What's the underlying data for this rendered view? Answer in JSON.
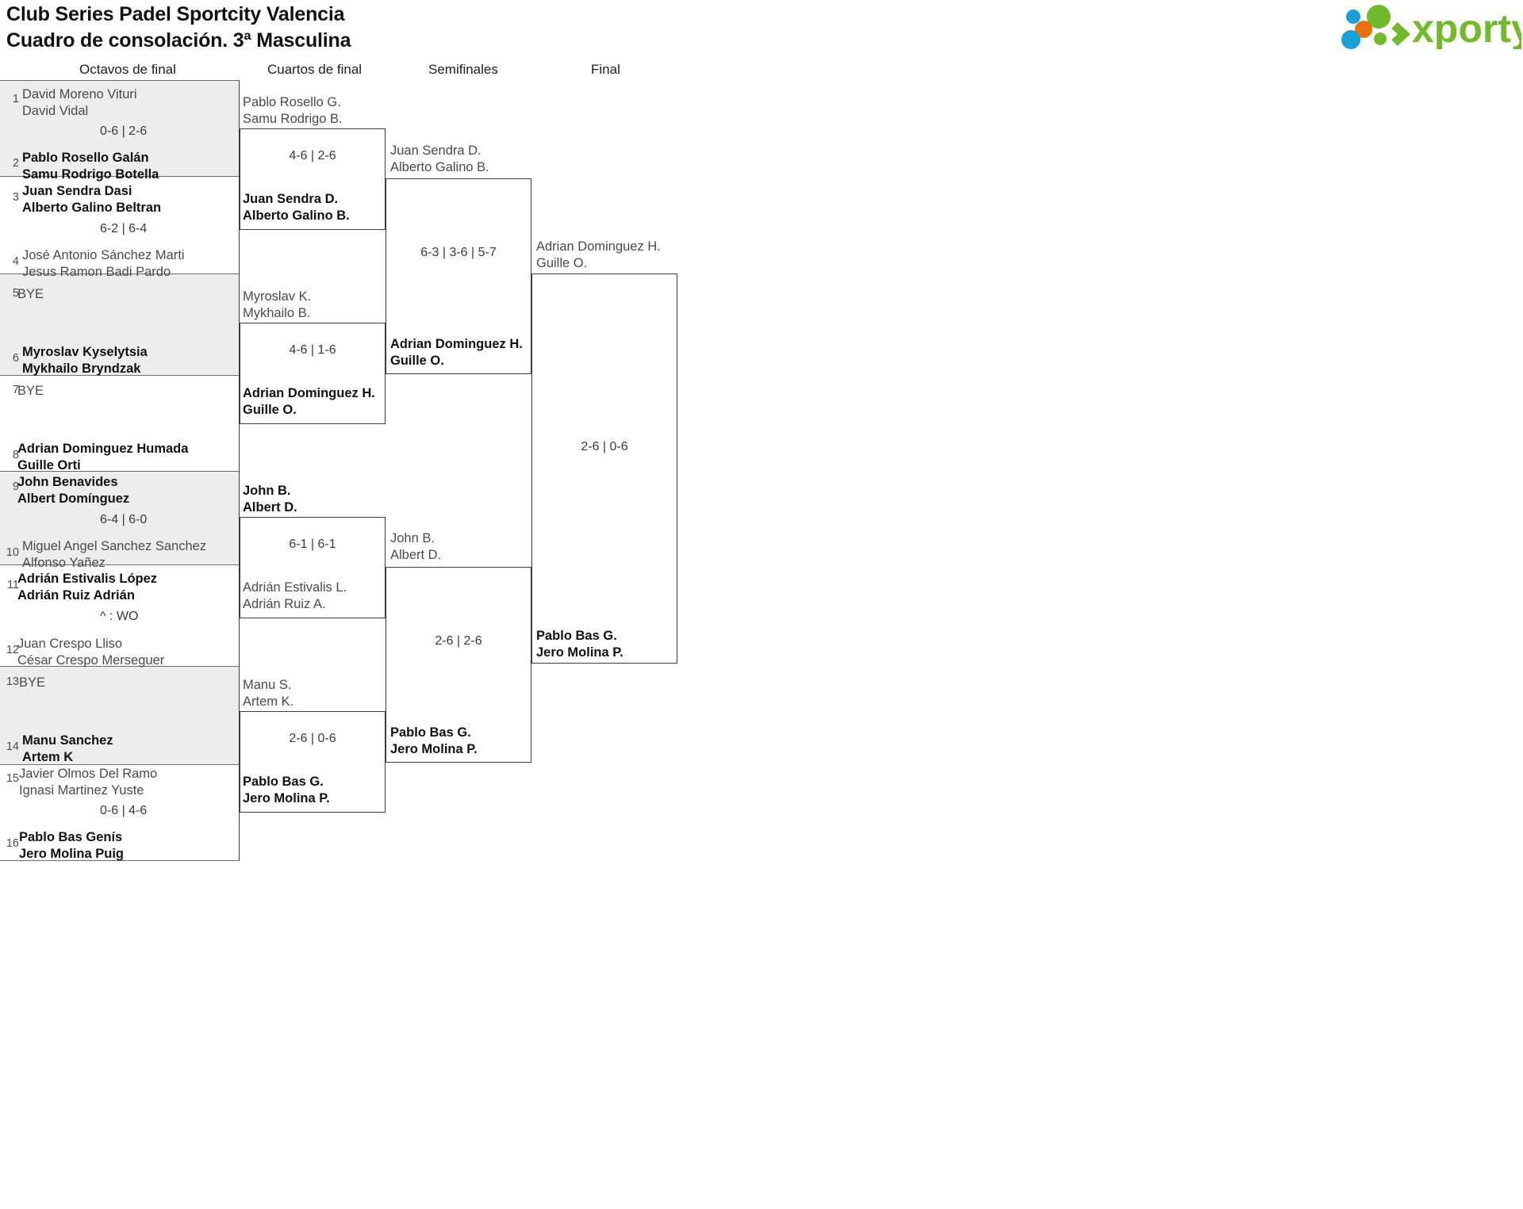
{
  "header": {
    "title_line1": "Club Series Padel Sportcity Valencia",
    "title_line2": "Cuadro de consolación. 3ª Masculina",
    "logo_text": "xporty",
    "logo_colors": {
      "green": "#72b92b",
      "blue": "#1a9fd9",
      "orange": "#e8700f"
    }
  },
  "rounds": [
    {
      "label": "Octavos de final"
    },
    {
      "label": "Cuartos de final"
    },
    {
      "label": "Semifinales"
    },
    {
      "label": "Final"
    }
  ],
  "bracket": {
    "r16": [
      {
        "seed_top": "1",
        "seed_bottom": "2",
        "top": {
          "p1": "David Moreno Vituri",
          "p2": "David Vidal",
          "state": "loser"
        },
        "bottom": {
          "p1": "Pablo Rosello Galán",
          "p2": "Samu Rodrigo Botella",
          "state": "winner"
        },
        "score": "0-6 | 2-6"
      },
      {
        "seed_top": "3",
        "seed_bottom": "4",
        "top": {
          "p1": "Juan Sendra Dasi",
          "p2": "Alberto Galino Beltran",
          "state": "winner"
        },
        "bottom": {
          "p1": "José Antonio Sánchez Marti",
          "p2": "Jesus Ramon Badi Pardo",
          "state": "loser"
        },
        "score": "6-2 | 6-4"
      },
      {
        "seed_top": "5",
        "seed_bottom": "6",
        "top": {
          "p1": "BYE",
          "p2": "",
          "state": "loser"
        },
        "bottom": {
          "p1": "Myroslav Kyselytsia",
          "p2": "Mykhailo Bryndzak",
          "state": "winner"
        },
        "score": ""
      },
      {
        "seed_top": "7",
        "seed_bottom": "8",
        "top": {
          "p1": "BYE",
          "p2": "",
          "state": "loser"
        },
        "bottom": {
          "p1": "Adrian Dominguez Humada",
          "p2": "Guille Orti",
          "state": "winner"
        },
        "score": ""
      },
      {
        "seed_top": "9",
        "seed_bottom": "10",
        "top": {
          "p1": "John Benavides",
          "p2": "Albert Domínguez",
          "state": "winner"
        },
        "bottom": {
          "p1": "Miguel Angel Sanchez Sanchez",
          "p2": "Alfonso Yañez",
          "state": "loser"
        },
        "score": "6-4 | 6-0"
      },
      {
        "seed_top": "11",
        "seed_bottom": "12",
        "top": {
          "p1": "Adrián Estivalis López",
          "p2": "Adrián Ruiz Adrián",
          "state": "winner"
        },
        "bottom": {
          "p1": "Juan Crespo Lliso",
          "p2": "César Crespo Merseguer",
          "state": "loser"
        },
        "score": "^ : WO"
      },
      {
        "seed_top": "13",
        "seed_bottom": "14",
        "top": {
          "p1": "BYE",
          "p2": "",
          "state": "loser"
        },
        "bottom": {
          "p1": "Manu Sanchez",
          "p2": "Artem K",
          "state": "winner"
        },
        "score": ""
      },
      {
        "seed_top": "15",
        "seed_bottom": "16",
        "top": {
          "p1": "Javier Olmos Del Ramo",
          "p2": "Ignasi Martinez Yuste",
          "state": "loser"
        },
        "bottom": {
          "p1": "Pablo Bas Genís",
          "p2": "Jero Molina Puig",
          "state": "winner"
        },
        "score": "0-6 | 4-6"
      }
    ],
    "qf": [
      {
        "top": {
          "p1": "Pablo Rosello G.",
          "p2": "Samu Rodrigo B.",
          "state": "loser"
        },
        "bottom": {
          "p1": "Juan Sendra D.",
          "p2": "Alberto Galino B.",
          "state": "winner"
        },
        "score": "4-6 | 2-6"
      },
      {
        "top": {
          "p1": "Myroslav K.",
          "p2": "Mykhailo B.",
          "state": "loser"
        },
        "bottom": {
          "p1": "Adrian Dominguez H.",
          "p2": "Guille O.",
          "state": "winner"
        },
        "score": "4-6 | 1-6"
      },
      {
        "top": {
          "p1": "John B.",
          "p2": "Albert D.",
          "state": "winner"
        },
        "bottom": {
          "p1": "Adrián Estivalis L.",
          "p2": "Adrián Ruiz A.",
          "state": "loser"
        },
        "score": "6-1 | 6-1"
      },
      {
        "top": {
          "p1": "Manu S.",
          "p2": "Artem K.",
          "state": "loser"
        },
        "bottom": {
          "p1": "Pablo Bas G.",
          "p2": "Jero Molina P.",
          "state": "winner"
        },
        "score": "2-6 | 0-6"
      }
    ],
    "sf": [
      {
        "top": {
          "p1": "Juan Sendra D.",
          "p2": "Alberto Galino B.",
          "state": "loser"
        },
        "bottom": {
          "p1": "Adrian Dominguez H.",
          "p2": "Guille O.",
          "state": "winner"
        },
        "score": "6-3 | 3-6 | 5-7"
      },
      {
        "top": {
          "p1": "John B.",
          "p2": "Albert D.",
          "state": "loser"
        },
        "bottom": {
          "p1": "Pablo Bas G.",
          "p2": "Jero Molina P.",
          "state": "winner"
        },
        "score": "2-6 | 2-6"
      }
    ],
    "final": {
      "top": {
        "p1": "Adrian Dominguez H.",
        "p2": "Guille O.",
        "state": "loser"
      },
      "bottom": {
        "p1": "Pablo Bas G.",
        "p2": "Jero Molina P.",
        "state": "winner"
      },
      "score": "2-6 | 0-6"
    }
  }
}
